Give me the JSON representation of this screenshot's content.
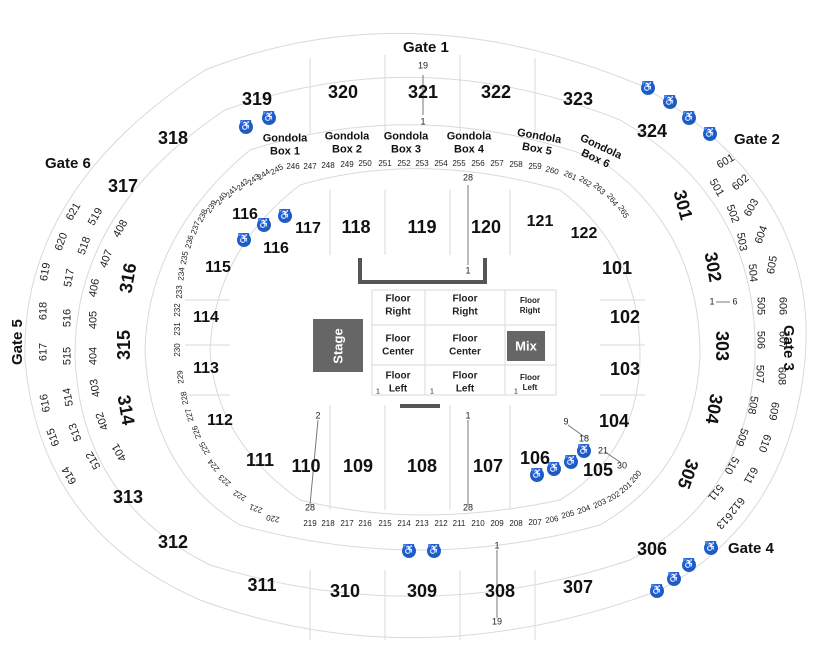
{
  "gates": [
    "Gate 1",
    "Gate 2",
    "Gate 3",
    "Gate 4",
    "Gate 5",
    "Gate 6"
  ],
  "stage": "Stage",
  "mix": "Mix",
  "gondolas": [
    "Gondola\nBox 1",
    "Gondola\nBox 2",
    "Gondola\nBox 3",
    "Gondola\nBox 4",
    "Gondola\nBox 5",
    "Gondola\nBox 6"
  ],
  "floor": {
    "right1": "Floor\nRight",
    "right2": "Floor\nRight",
    "right3": "Floor\nRight",
    "center1": "Floor\nCenter",
    "center2": "Floor\nCenter",
    "left1": "Floor\nLeft",
    "left2": "Floor\nLeft",
    "left3": "Floor\nLeft"
  },
  "sections_100": [
    "101",
    "102",
    "103",
    "104",
    "105",
    "106",
    "107",
    "108",
    "109",
    "110",
    "111",
    "112",
    "113",
    "114",
    "115",
    "116",
    "116",
    "117",
    "118",
    "119",
    "120",
    "121",
    "122"
  ],
  "sections_300": [
    "301",
    "302",
    "303",
    "304",
    "305",
    "306",
    "307",
    "308",
    "309",
    "310",
    "311",
    "312",
    "313",
    "314",
    "315",
    "316",
    "317",
    "318",
    "319",
    "320",
    "321",
    "322",
    "323",
    "324"
  ],
  "sections_200_top": [
    "246",
    "247",
    "248",
    "249",
    "250",
    "251",
    "252",
    "253",
    "254",
    "255",
    "256",
    "257",
    "258",
    "259",
    "260",
    "261",
    "262",
    "263",
    "264",
    "265"
  ],
  "sections_200_left": [
    "245",
    "244",
    "243",
    "242",
    "241",
    "240",
    "239",
    "238",
    "237",
    "236",
    "235",
    "234",
    "233",
    "232",
    "231",
    "230",
    "229",
    "228",
    "227",
    "226",
    "225",
    "224",
    "223",
    "222",
    "221",
    "220"
  ],
  "sections_200_bottom": [
    "219",
    "218",
    "217",
    "216",
    "215",
    "214",
    "213",
    "212",
    "211",
    "210",
    "209",
    "208",
    "207",
    "206",
    "205",
    "204",
    "203",
    "202",
    "201",
    "200"
  ],
  "sections_400_500_600_left": [
    "621",
    "620",
    "619",
    "618",
    "617",
    "616",
    "615",
    "614",
    "519",
    "518",
    "517",
    "516",
    "515",
    "514",
    "513",
    "512",
    "408",
    "407",
    "406",
    "405",
    "404",
    "403",
    "402",
    "401"
  ],
  "sections_500_600_right": [
    "601",
    "602",
    "603",
    "604",
    "605",
    "606",
    "607",
    "608",
    "609",
    "610",
    "611",
    "612",
    "613",
    "501",
    "502",
    "503",
    "504",
    "505",
    "506",
    "507",
    "508",
    "509",
    "510",
    "511"
  ],
  "row_numbers": {
    "r19a": "19",
    "r1a": "1",
    "r28a": "28",
    "r1b": "1",
    "r2": "2",
    "r28b": "28",
    "r1c": "1",
    "r28c": "28",
    "r9": "9",
    "r18": "18",
    "r21": "21",
    "r30": "30",
    "r1d": "1",
    "r19b": "19",
    "r1e": "1",
    "r6": "6",
    "r1f": "1",
    "r1g": "1",
    "r1h": "1",
    "r1i": "1"
  },
  "accessible_icon": "wheelchair-icon"
}
